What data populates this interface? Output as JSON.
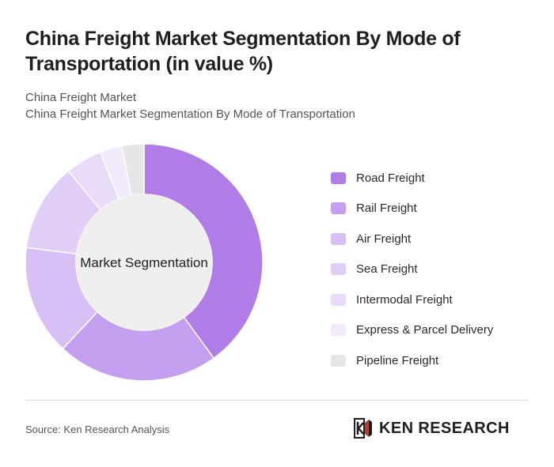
{
  "header": {
    "title": "China Freight Market Segmentation By Mode of Transportation (in value %)",
    "subtitle_line1": "China Freight Market",
    "subtitle_line2": "China Freight Market Segmentation By Mode of Transportation"
  },
  "chart_data": {
    "type": "pie",
    "variant": "donut",
    "center_label": "Market Segmentation",
    "legend_position": "right",
    "categories": [
      "Road Freight",
      "Rail Freight",
      "Air Freight",
      "Sea Freight",
      "Intermodal Freight",
      "Express & Parcel Delivery",
      "Pipeline Freight"
    ],
    "values": [
      40,
      22,
      15,
      12,
      5,
      3,
      3
    ],
    "colors": [
      "#b07de8",
      "#c49ff0",
      "#d8bff5",
      "#e0cef7",
      "#e8dcf8",
      "#f0eafb",
      "#e6e6e6"
    ]
  },
  "footer": {
    "source": "Source: Ken Research Analysis",
    "brand": "KEN RESEARCH"
  }
}
